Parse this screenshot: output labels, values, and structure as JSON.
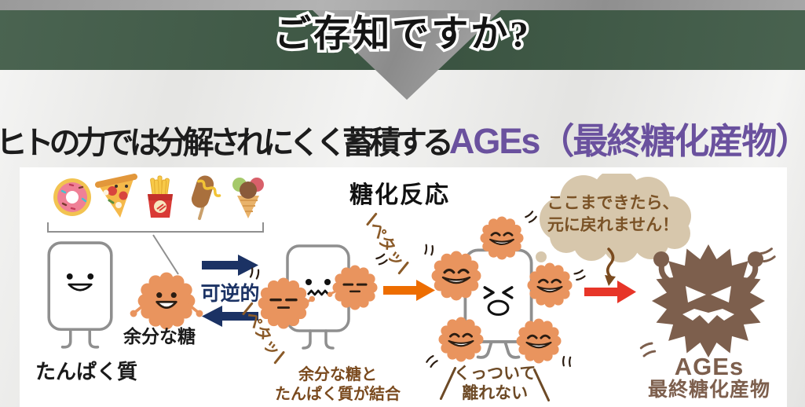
{
  "banner": {
    "title": "ご存知ですか?"
  },
  "headline": {
    "prefix": "ヒトの力では分解されにくく蓄積する",
    "highlight": "AGEs（最終糖化産物）"
  },
  "diagram": {
    "title": "糖化反応",
    "foods": [
      "donut",
      "pizza",
      "fries",
      "corn-dog",
      "ice-cream"
    ],
    "protein_label": "たんぱく質",
    "sugar_label": "余分な糖",
    "reversible_label": "可逆的",
    "sticky_label": "ペタッ",
    "bind_caption_line1": "余分な糖と",
    "bind_caption_line2": "たんぱく質が結合",
    "stuck_caption_line1": "くっついて",
    "stuck_caption_line2": "離れない",
    "bubble_line1": "ここまできたら、",
    "bubble_line2": "元に戻れません！",
    "result_name": "AGEs",
    "result_subtitle": "最終糖化産物"
  },
  "colors": {
    "band_green": "#3f5a46",
    "headline_purple": "#6a519e",
    "reversible_navy": "#1b3264",
    "glycation_orange": "#ed6d00",
    "irreversible_red": "#e73528",
    "sugar_orange": "#e9945e",
    "caption_brown": "#7a4a1e",
    "bubble_tan": "#d7c7ac",
    "monster_brown": "#7d5f4d"
  }
}
